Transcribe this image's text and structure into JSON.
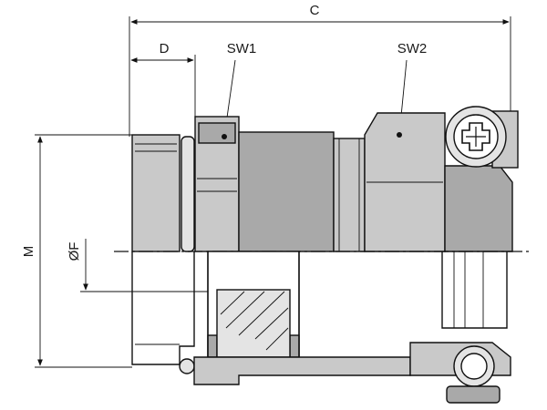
{
  "labels": {
    "c": "C",
    "d": "D",
    "sw1": "SW1",
    "sw2": "SW2",
    "m": "M",
    "f": "ØF"
  },
  "colors": {
    "body_fill": "#c9c9c9",
    "dark_fill": "#a9a9a9",
    "light_fill": "#e4e4e4",
    "line": "#111111"
  },
  "icons": {
    "screw": "cross-screw-icon"
  }
}
